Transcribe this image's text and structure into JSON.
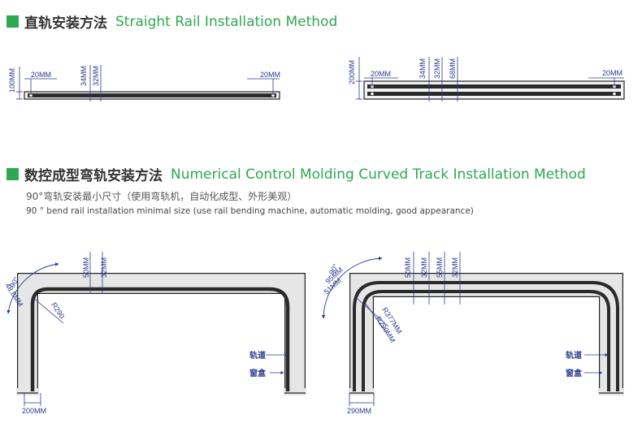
{
  "section1": {
    "title_zh": "直轨安装方法",
    "title_en": "Straight Rail Installation Method"
  },
  "section2": {
    "title_zh": "数控成型弯轨安装方法",
    "title_en": "Numerical Control Molding Curved Track Installation Method",
    "subtitle_zh": "90°弯轨安装最小尺寸（使用弯轨机，自动化成型、外形美观）",
    "subtitle_en": "90 ° bend rail installation minimal size (use rail bending machine, automatic molding, good appearance)"
  },
  "diagram1": {
    "height_label": "100MM",
    "left_label": "20MM",
    "mid_label_a": "34MM",
    "mid_label_b": "32MM",
    "right_label": "20MM"
  },
  "diagram2": {
    "height_label": "200MM",
    "left_label": "20MM",
    "mid_label_a": "34MM",
    "mid_label_b": "32MM",
    "mid_label_c": "68MM",
    "right_label": "20MM"
  },
  "diagram3": {
    "angle_label": "90°",
    "left_dim_label": "48.8MM",
    "radius_label": "R290",
    "top_label_a": "50MM",
    "top_label_b": "32MM",
    "rail_label": "轨道",
    "box_label": "窗盒",
    "bottom_label": "200MM"
  },
  "diagram4": {
    "angle_label": "90°",
    "left_dim_label_a": "95MM",
    "left_dim_label_b": "51MM",
    "radius_label_a": "R377MM",
    "radius_label_b": "R290MM",
    "top_label_a": "50MM",
    "top_label_b": "32MM",
    "top_label_c": "55MM",
    "top_label_d": "32MM",
    "rail_label": "轨道",
    "box_label": "窗盒",
    "bottom_label": "290MM"
  },
  "colors": {
    "accent_green": "#2fa84f",
    "dimension_blue": "#2b3a8f",
    "rail_dark": "#2a2a2a",
    "box_fill": "#e6e6e6"
  }
}
